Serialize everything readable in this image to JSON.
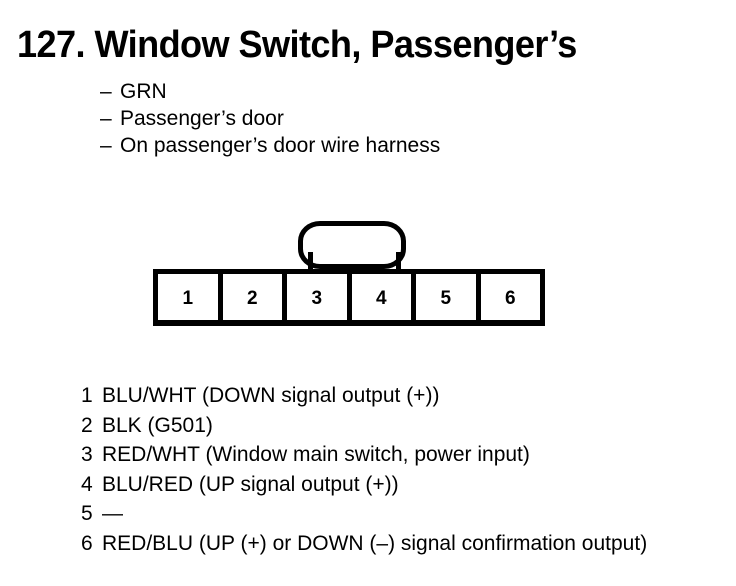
{
  "page": {
    "title": "127. Window Switch, Passenger’s",
    "background_color": "#ffffff",
    "ink_color": "#000000"
  },
  "notes": {
    "bullet_glyph": "–",
    "items": [
      {
        "text": "GRN"
      },
      {
        "text": "Passenger’s door"
      },
      {
        "text": "On passenger’s door wire harness"
      }
    ]
  },
  "connector": {
    "pin_count": 6,
    "pins": [
      {
        "number": "1"
      },
      {
        "number": "2"
      },
      {
        "number": "3"
      },
      {
        "number": "4"
      },
      {
        "number": "5"
      },
      {
        "number": "6"
      }
    ],
    "lock_tab": {
      "label": "locking-tab",
      "spans_pins": "3-4",
      "position": "top-center"
    }
  },
  "legend": {
    "rows": [
      {
        "number": "1",
        "label": "BLU/WHT (DOWN signal output (+))"
      },
      {
        "number": "2",
        "label": "BLK (G501)"
      },
      {
        "number": "3",
        "label": "RED/WHT (Window main switch, power input)"
      },
      {
        "number": "4",
        "label": "BLU/RED (UP signal output (+))"
      },
      {
        "number": "5",
        "label": "—"
      },
      {
        "number": "6",
        "label": "RED/BLU (UP (+) or DOWN (–) signal confirmation output)"
      }
    ]
  }
}
